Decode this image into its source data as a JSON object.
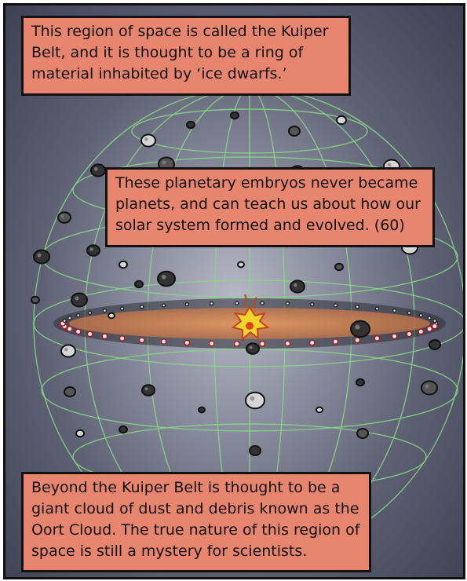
{
  "captions": {
    "top": "This region of space is called the Kuiper Belt, and it is thought to be a ring of material inhabited by ‘ice dwarfs.’",
    "middle": "These planetary embryos never became planets, and can teach us about how our solar system formed and evolved. (60)",
    "bottom": "Beyond the Kuiper Belt is thought to be a giant cloud of dust and debris known as the Oort Cloud. The true nature of this region of space is still a mystery for scientists."
  },
  "colors": {
    "caption_bg": "#e8856e",
    "grid_line": "#7fd07f",
    "sun": "#f2d72a",
    "belt_glow": "#d9885a"
  },
  "icons": [
    "sun-icon",
    "asteroid-icon",
    "comet-icon"
  ]
}
